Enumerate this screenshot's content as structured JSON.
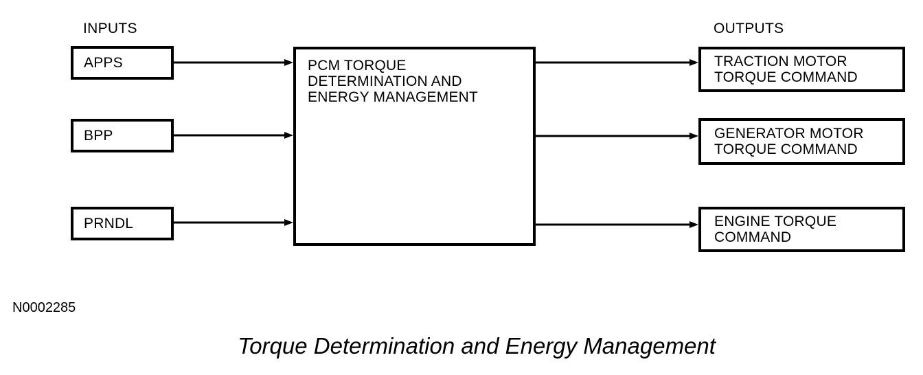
{
  "diagram": {
    "inputs_heading": "INPUTS",
    "outputs_heading": "OUTPUTS",
    "inputs": [
      {
        "label": "APPS"
      },
      {
        "label": "BPP"
      },
      {
        "label": "PRNDL"
      }
    ],
    "process": {
      "label": "PCM TORQUE\nDETERMINATION AND\nENERGY MANAGEMENT"
    },
    "outputs": [
      {
        "label": "TRACTION MOTOR\nTORQUE COMMAND"
      },
      {
        "label": "GENERATOR MOTOR\nTORQUE COMMAND"
      },
      {
        "label": "ENGINE TORQUE\nCOMMAND"
      }
    ],
    "figure_number": "N0002285",
    "caption": "Torque Determination and Energy Management",
    "colors": {
      "ink": "#000000",
      "background": "#ffffff"
    }
  }
}
